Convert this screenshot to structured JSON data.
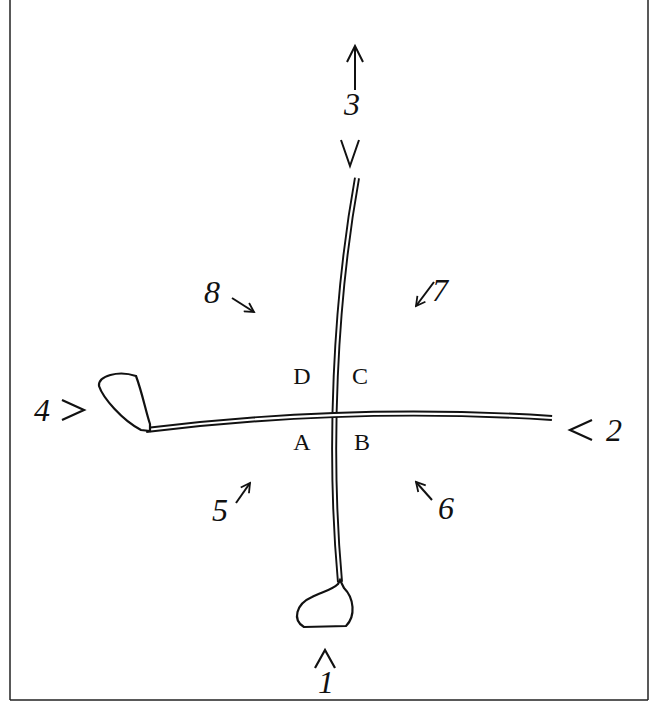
{
  "diagram": {
    "labels": [
      "3",
      "8",
      "7",
      "D",
      "C",
      "4",
      "2",
      "A",
      "B",
      "5",
      "6",
      "1"
    ]
  }
}
